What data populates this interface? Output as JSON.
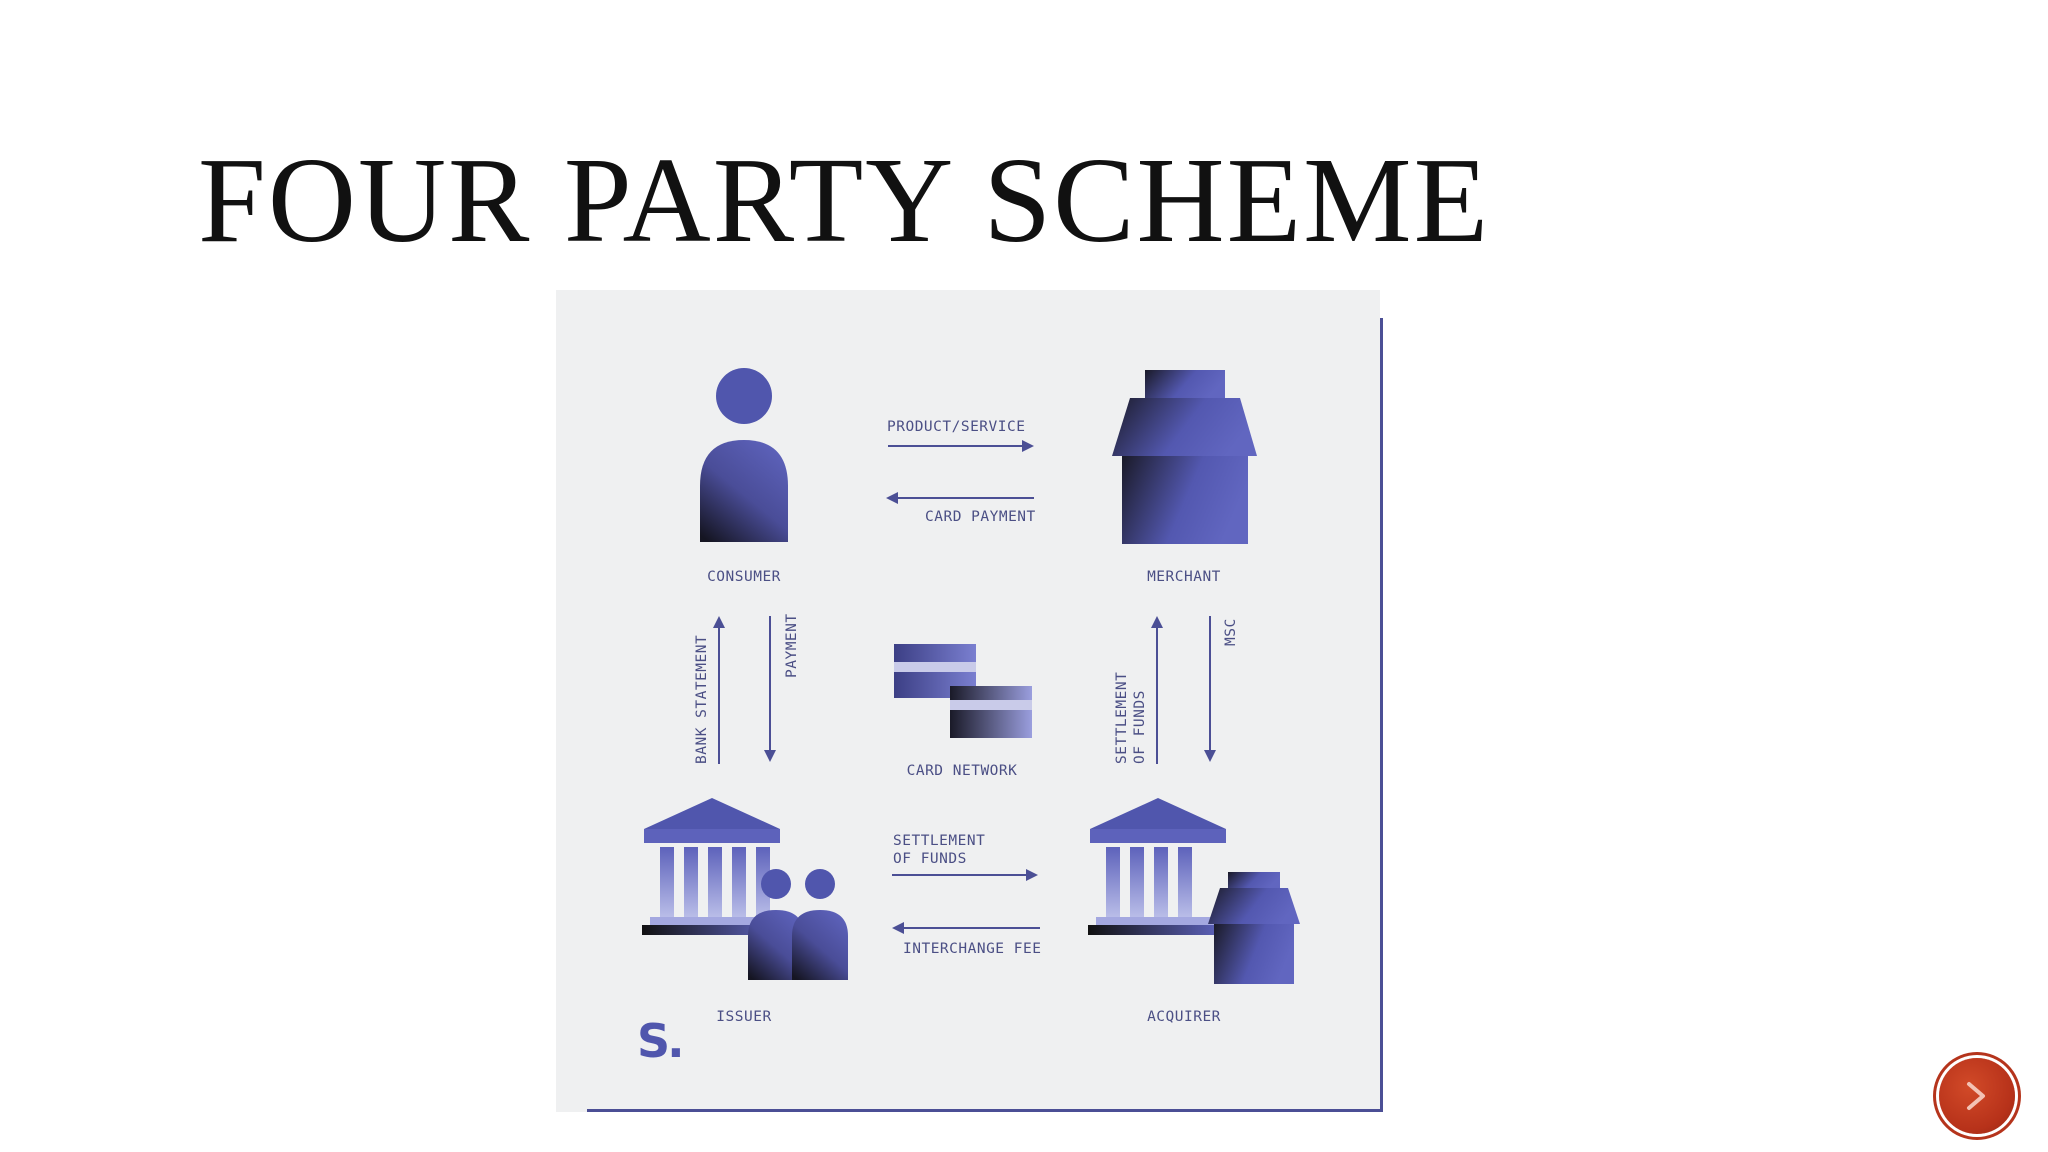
{
  "slide": {
    "title": "FOUR PARTY SCHEME"
  },
  "diagram": {
    "nodes": {
      "consumer": "CONSUMER",
      "merchant": "MERCHANT",
      "card_network": "CARD NETWORK",
      "issuer": "ISSUER",
      "acquirer": "ACQUIRER"
    },
    "flows": {
      "product_service": "PRODUCT/SERVICE",
      "card_payment": "CARD PAYMENT",
      "bank_statement": "BANK STATEMENT",
      "payment": "PAYMENT",
      "settlement_left_line1": "SETTLEMENT",
      "settlement_left_line2": "OF FUNDS",
      "msc": "MSC",
      "settlement_bottom_line1": "SETTLEMENT",
      "settlement_bottom_line2": "OF FUNDS",
      "interchange_fee": "INTERCHANGE FEE"
    },
    "logo_text": "S.",
    "colors": {
      "accent": "#4b4f95",
      "icon_light": "#5d62bb",
      "icon_dark": "#111111",
      "background": "#eff0f1"
    }
  },
  "next_button": {
    "icon": "arrow-right-icon",
    "color": "#b7321a"
  }
}
